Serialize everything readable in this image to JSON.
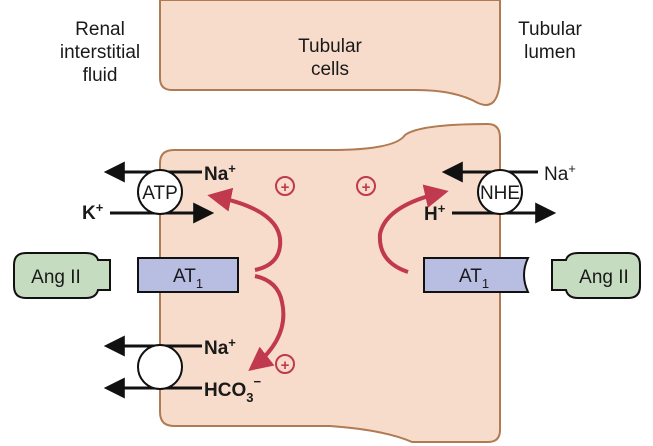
{
  "labels": {
    "renal_interstitial_fluid": [
      "Renal",
      "interstitial",
      "fluid"
    ],
    "tubular_cells": [
      "Tubular",
      "cells"
    ],
    "tubular_lumen": [
      "Tubular",
      "lumen"
    ]
  },
  "ions": {
    "na": "Na",
    "plus": "+",
    "k": "K",
    "h": "H",
    "hco3_base": "HCO",
    "hco3_sub": "3",
    "hco3_sup": "−"
  },
  "transporters": {
    "atp": "ATP",
    "nhe": "NHE"
  },
  "receptors": {
    "at_base": "AT",
    "at_sub": "1"
  },
  "ligands": {
    "ang_ii": "Ang II"
  },
  "stimulation_symbol": "+",
  "colors": {
    "cell_fill": "#f8dccb",
    "cell_stroke": "#b07a52",
    "arrow_red": "#c0394e",
    "plus_red": "#c0394e",
    "receptor_fill": "#b8bde2",
    "ligand_fill": "#c5dcc0",
    "black": "#111111"
  }
}
